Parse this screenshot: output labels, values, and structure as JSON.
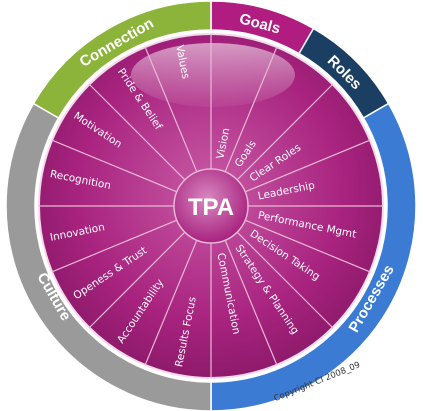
{
  "center": {
    "label": "TPA"
  },
  "outer_ring": [
    {
      "label": "Goals",
      "color": "#b01c80",
      "start": -90,
      "end": -60,
      "text_radius": 188
    },
    {
      "label": "Roles",
      "color": "#1a3f63",
      "start": -60,
      "end": -30,
      "text_radius": 188
    },
    {
      "label": "Processes",
      "color": "#3b7bd4",
      "start": -30,
      "end": 90,
      "text_radius": 186
    },
    {
      "label": "Culture",
      "color": "#9a9a9a",
      "start": 90,
      "end": 210,
      "text_radius": 182
    },
    {
      "label": "Connection",
      "color": "#8cb43a",
      "start": 210,
      "end": 270,
      "text_radius": 188
    }
  ],
  "segments": [
    "Vision",
    "Goals",
    "Clear Roles",
    "Leadership",
    "Performance Mgmt",
    "Decision Taking",
    "Strategy & Planning",
    "Communication",
    "Results Focus",
    "Accountability",
    "Openess & Trust",
    "Innovation",
    "Recognition",
    "Motivation",
    "Pride & Belief",
    "Values"
  ],
  "copyright": "Copyright CI 2008_09",
  "colors": {
    "inner_wheel": "#a8237f",
    "inner_wheel_light": "#c64a9e",
    "divider": "#e9b9d6",
    "hub": "#b53c8f"
  }
}
